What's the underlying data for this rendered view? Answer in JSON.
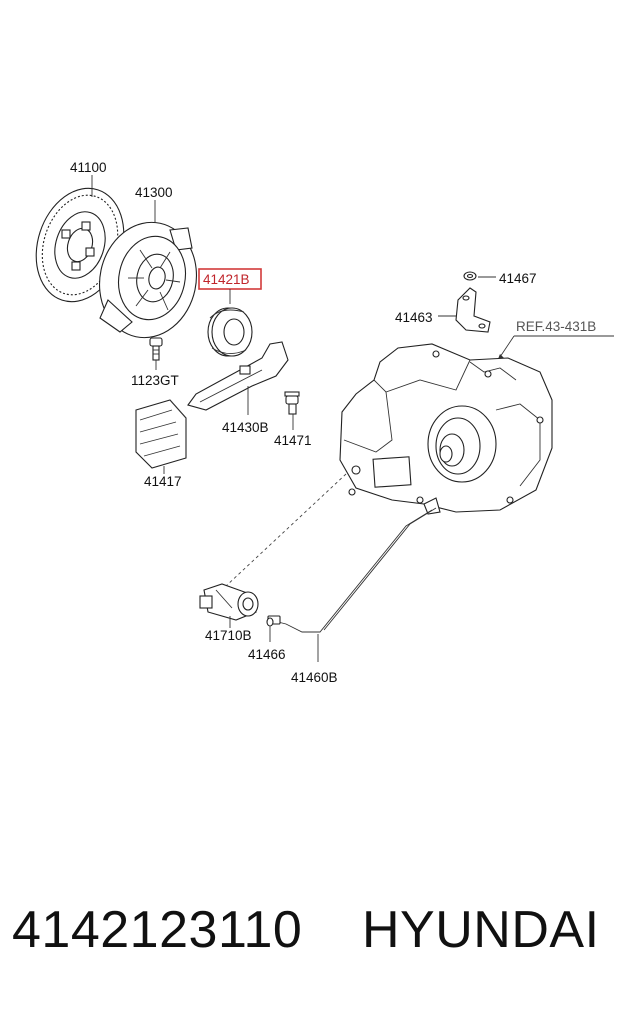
{
  "labels": {
    "clutch_disc": "41100",
    "clutch_cover": "41300",
    "release_bearing": "41421B",
    "bolt": "1123GT",
    "release_fork": "41430B",
    "pivot_bolt": "41471",
    "boot": "41417",
    "washer": "41467",
    "bracket": "41463",
    "reference": "REF.43-431B",
    "master_cylinder": "41710B",
    "clip": "41466",
    "tube": "41460B"
  },
  "highlight_color": "#c0252b",
  "footer": {
    "part_number": "4142123110",
    "brand": "HYUNDAI"
  }
}
